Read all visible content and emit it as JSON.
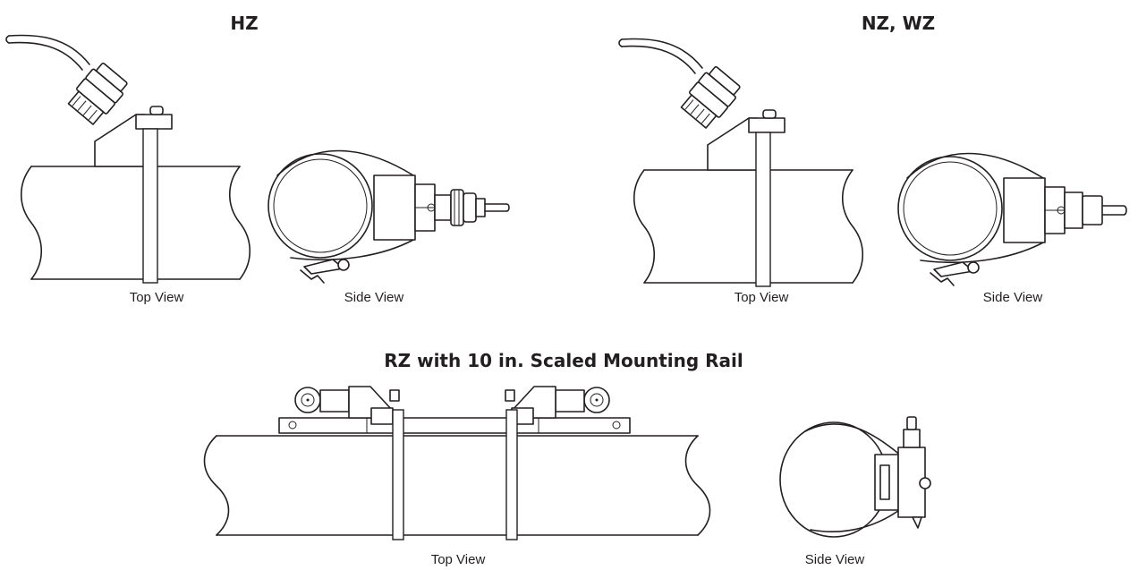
{
  "headings": {
    "hz": "HZ",
    "nz_wz": "NZ, WZ",
    "rz": "RZ with 10 in. Scaled Mounting Rail"
  },
  "captions": {
    "hz_top": "Top View",
    "hz_side": "Side View",
    "nz_top": "Top View",
    "nz_side": "Side View",
    "rz_top": "Top View",
    "rz_side": "Side View"
  },
  "colors": {
    "ink": "#231f20",
    "background": "#ffffff"
  }
}
